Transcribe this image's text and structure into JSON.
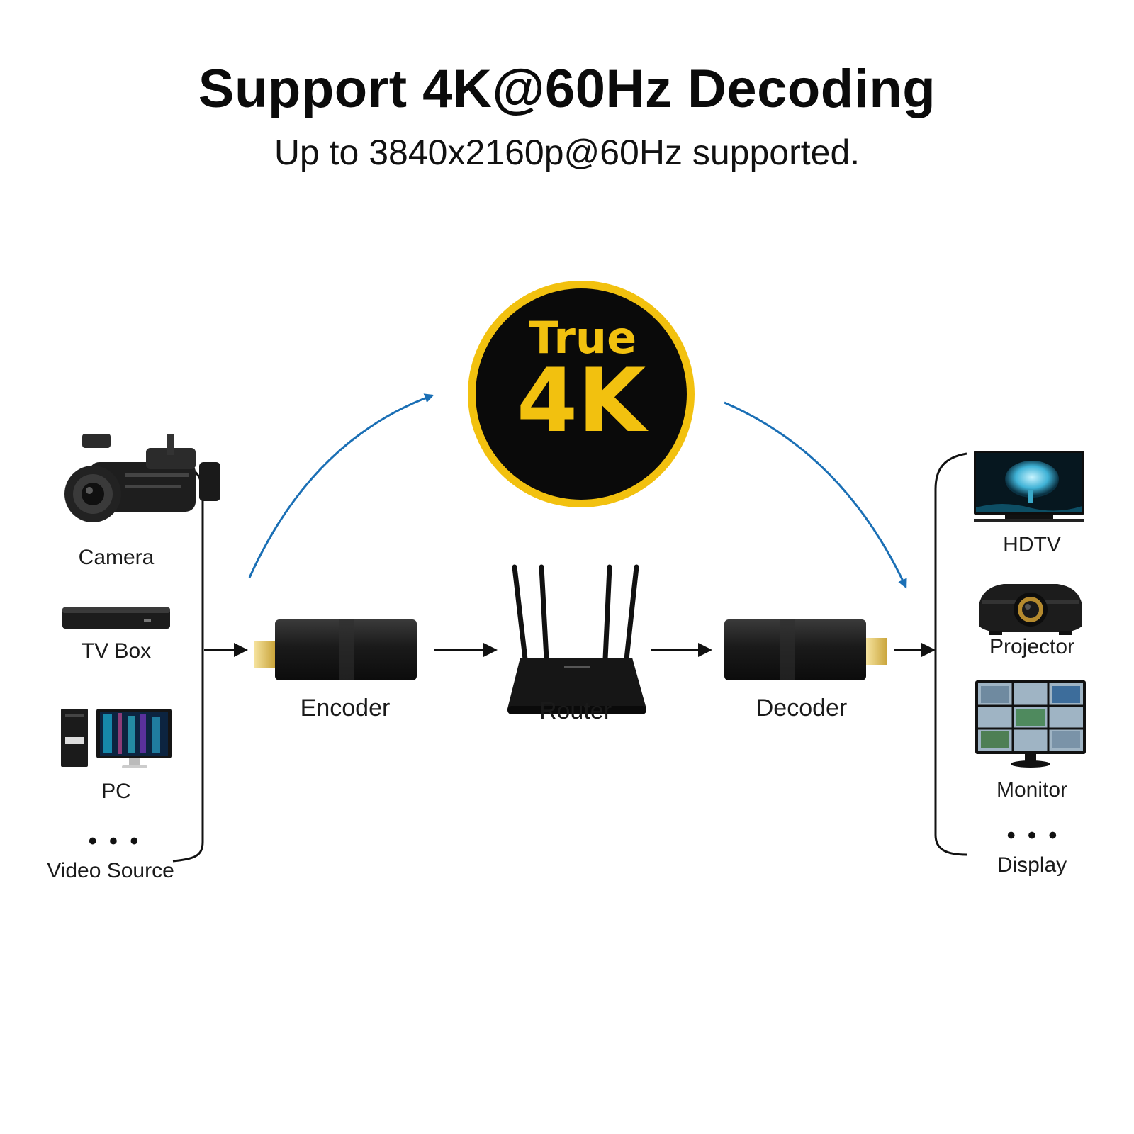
{
  "header": {
    "title": "Support 4K@60Hz Decoding",
    "subtitle": "Up to 3840x2160p@60Hz supported."
  },
  "badge": {
    "line1": "True",
    "line2": "4K",
    "gold": "#f2c10f",
    "black": "#0a0a0a"
  },
  "sources": {
    "items": [
      {
        "label": "Camera",
        "icon": "camcorder-icon"
      },
      {
        "label": "TV Box",
        "icon": "set-top-box-icon"
      },
      {
        "label": "PC",
        "icon": "desktop-pc-icon"
      },
      {
        "label": "Video Source",
        "icon": "more-dots-icon"
      }
    ],
    "more": "• • •"
  },
  "chain": {
    "encoder": "Encoder",
    "router": "Router",
    "decoder": "Decoder"
  },
  "displays": {
    "items": [
      {
        "label": "HDTV",
        "icon": "tv-icon"
      },
      {
        "label": "Projector",
        "icon": "projector-icon"
      },
      {
        "label": "Monitor",
        "icon": "monitor-icon"
      },
      {
        "label": "Display",
        "icon": "more-dots-icon"
      }
    ],
    "more": "• • •"
  },
  "colors": {
    "arrow_blue": "#1a6fb5",
    "arrow_black": "#111111",
    "device_black": "#1a1a1a",
    "hdmi_gold": "#e9cf6e"
  }
}
